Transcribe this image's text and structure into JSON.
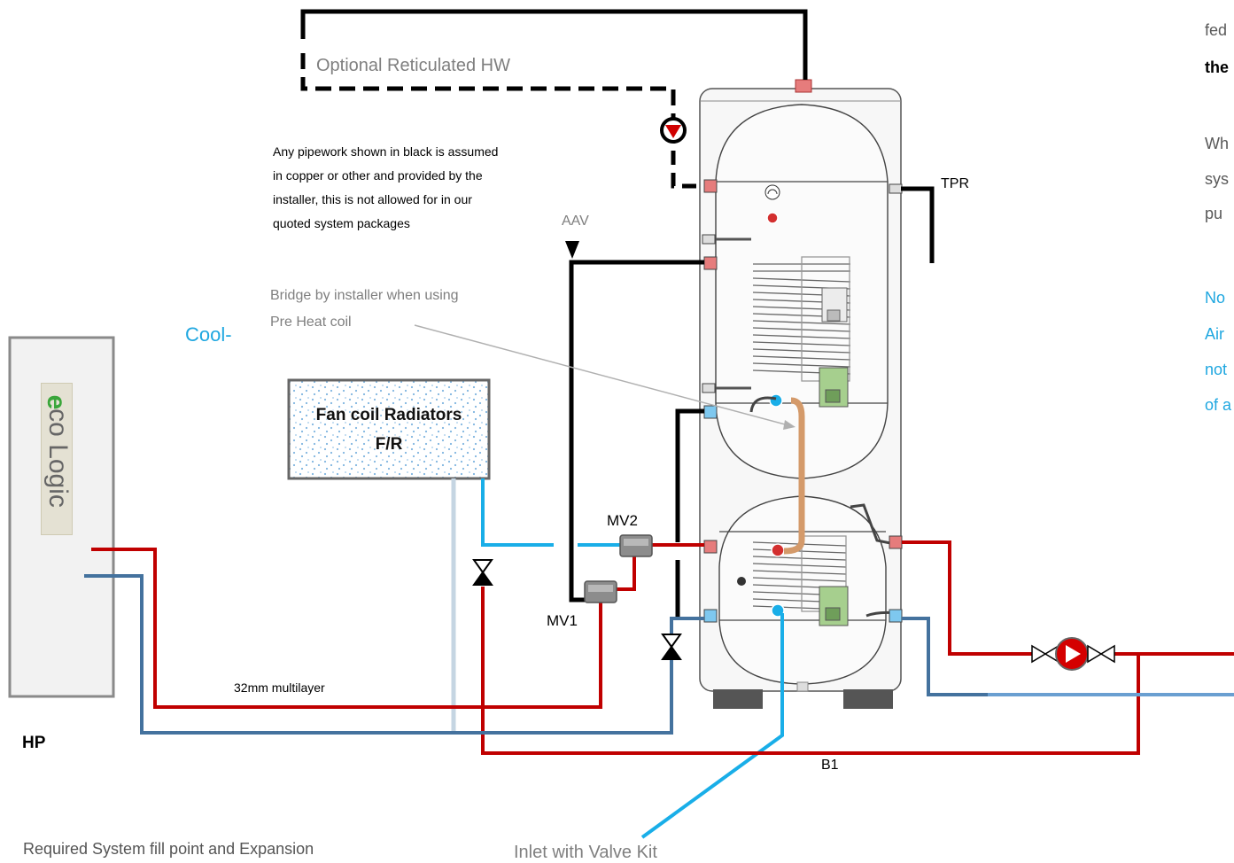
{
  "labels": {
    "optional_hw": "Optional Reticulated HW",
    "note_black_pipework": "Any pipework shown in black is assumed in copper or other and provided by the installer, this is not allowed for in our quoted system packages",
    "aav": "AAV",
    "tpr": "TPR",
    "bridge": "Bridge by installer when using Pre Heat coil",
    "cool": "Cool-",
    "fan_coil_line1": "Fan coil Radiators",
    "fan_coil_line2": "F/R",
    "mv1": "MV1",
    "mv2": "MV2",
    "pipe_size": "32mm multilayer",
    "hp": "HP",
    "b1": "B1",
    "fill_point": "Required System fill point and Expansion",
    "inlet": "Inlet with Valve Kit",
    "brand": "co Logic"
  },
  "right_notes": {
    "line1": "fed",
    "line2": "the",
    "line3": "Wh",
    "line4": "sys",
    "line5": "pu",
    "line6": "No",
    "line7": "Air",
    "line8": "not",
    "line9": "of a"
  },
  "colors": {
    "flow_red": "#c00000",
    "return_blue": "#44729e",
    "cold_cyan": "#19aee8",
    "installer_black": "#000000",
    "bridge_orange": "#d49a6a",
    "grey_text": "#7f7f7f",
    "note_blue": "#1fa7e0"
  }
}
